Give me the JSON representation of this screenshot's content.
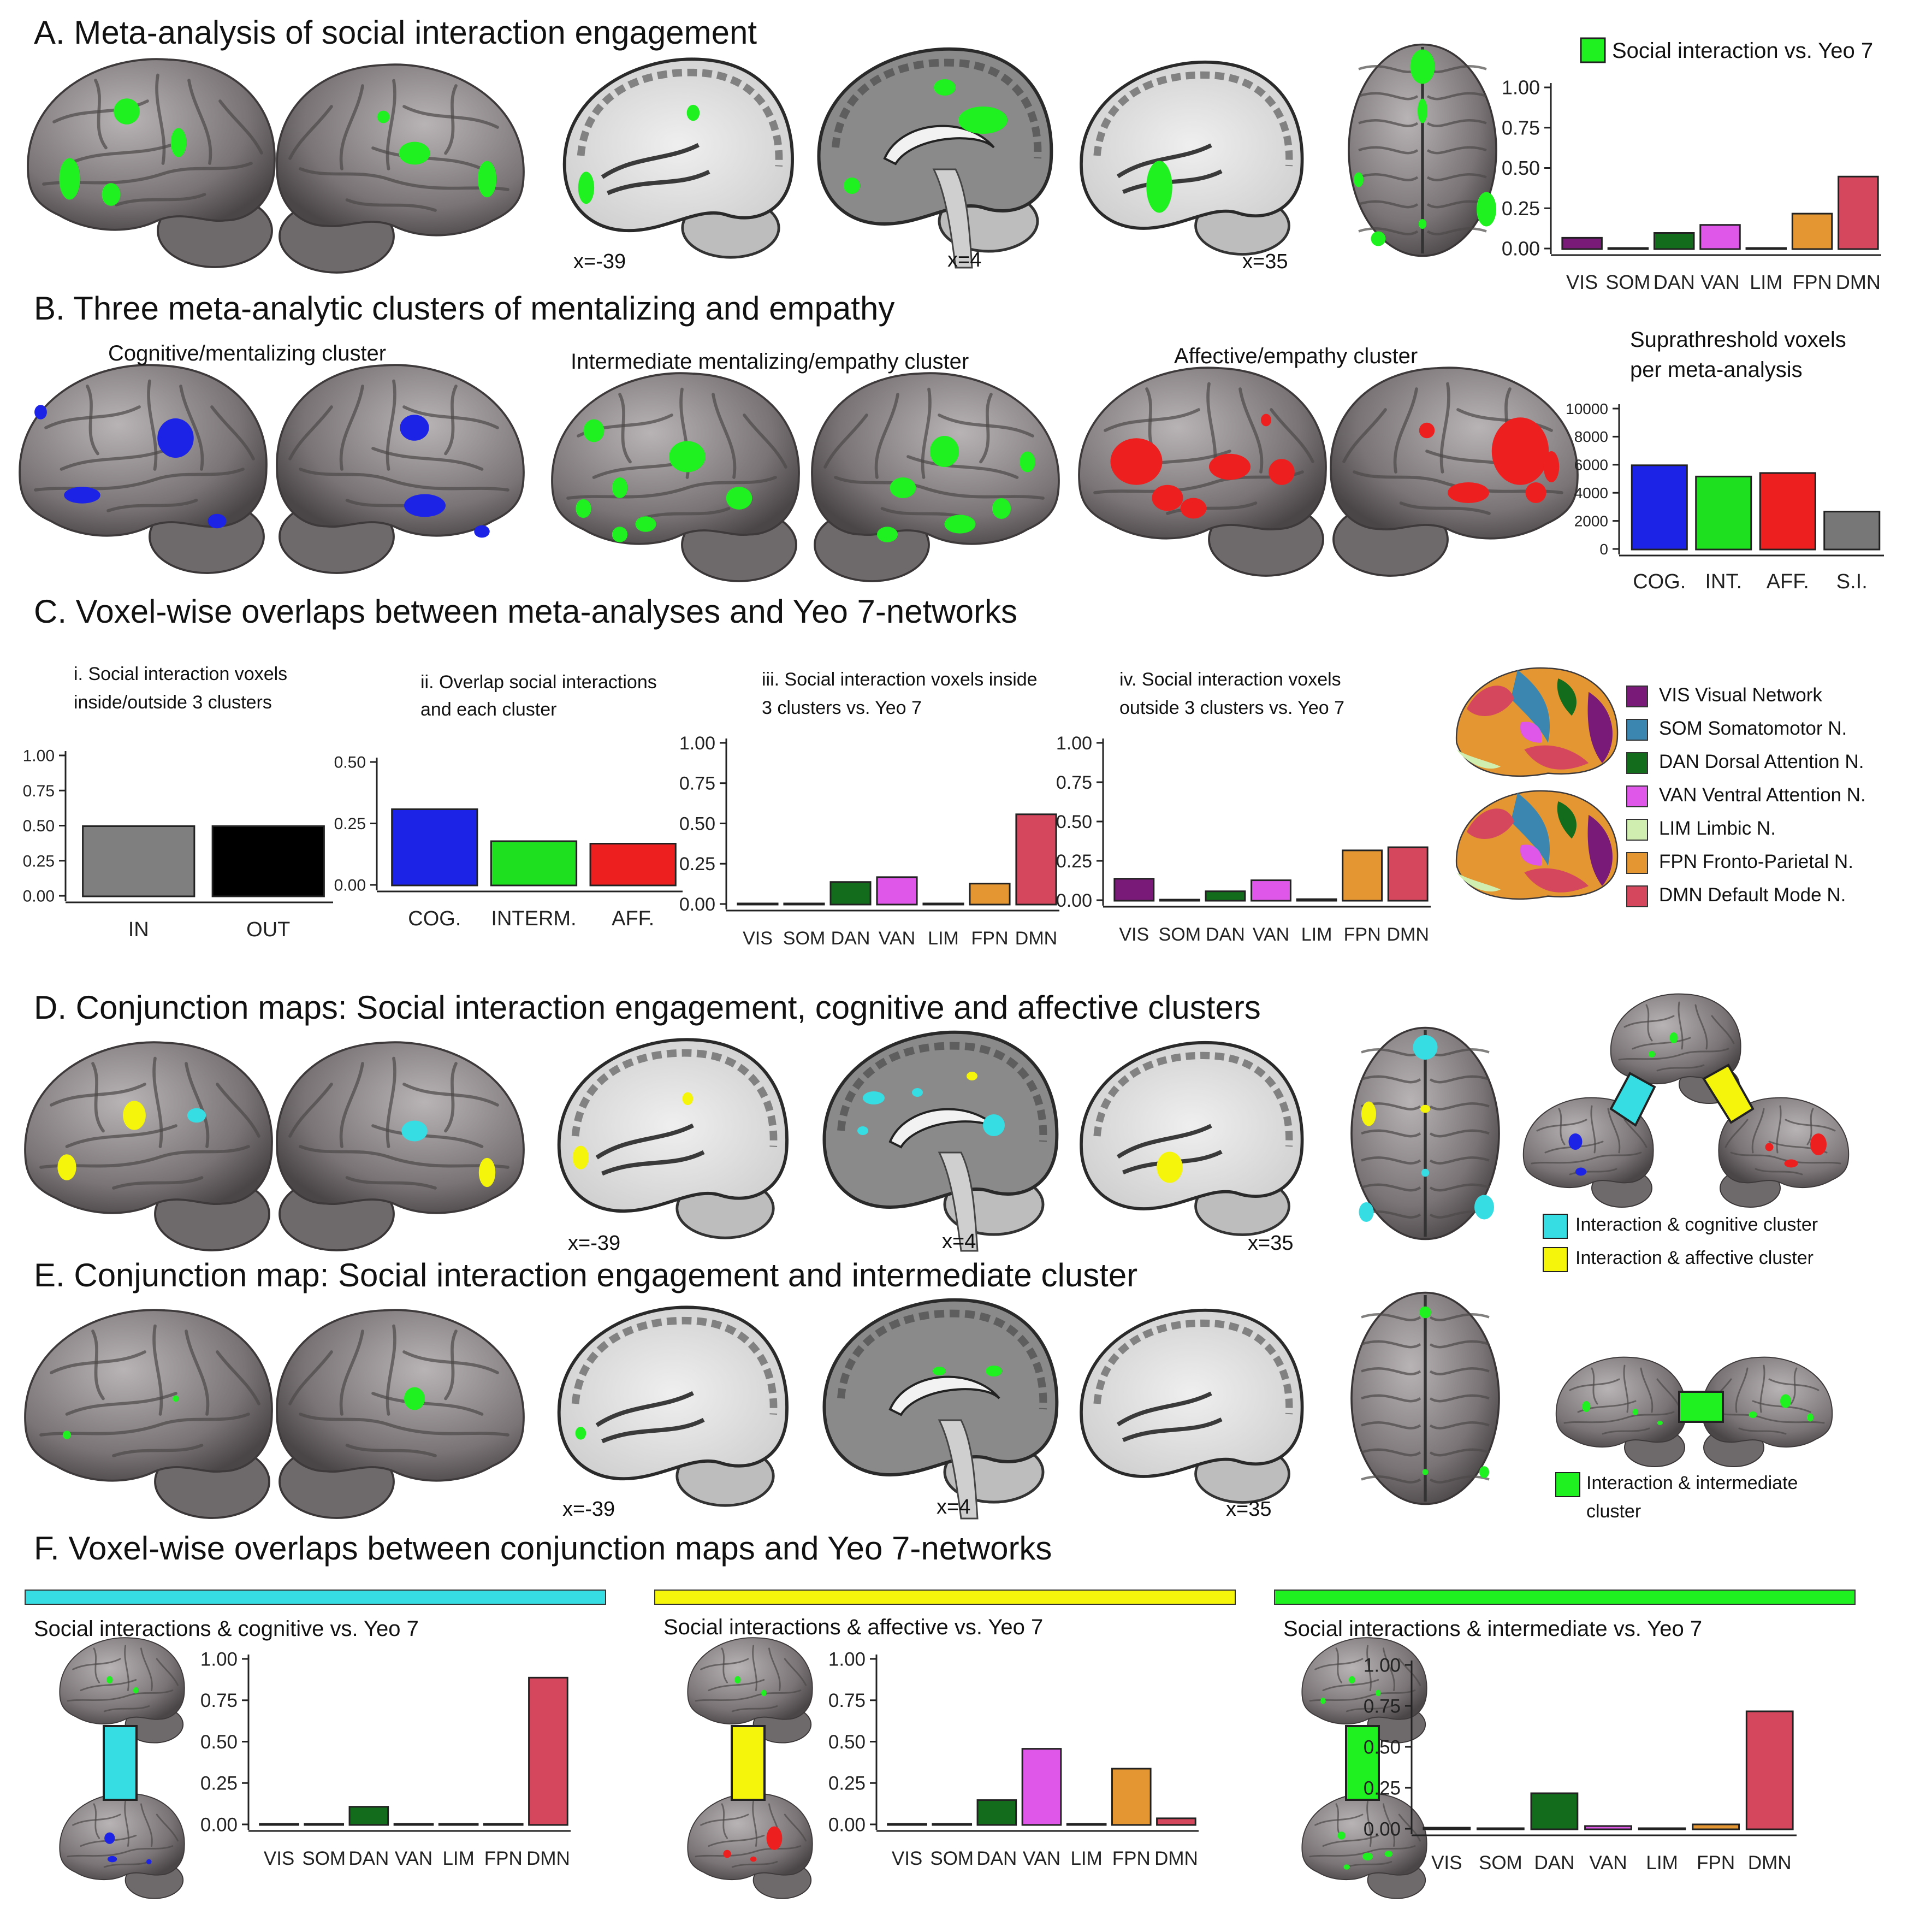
{
  "colors": {
    "VIS": "#7a1a78",
    "SOM": "#3b86b0",
    "DAN": "#136b1c",
    "VAN": "#de57e8",
    "LIM": "#cfeeb0",
    "FPN": "#e39632",
    "DMN": "#d5475d",
    "cognitive": "#1c23e6",
    "intermediate": "#1fe01f",
    "affective": "#ee1f1f",
    "si": "#777777",
    "cyan": "#36dde3",
    "yellow": "#f5f50c",
    "green": "#1ff01f"
  },
  "sections": {
    "A": {
      "title": "A. Meta-analysis of social interaction engagement",
      "coords": [
        "x=-39",
        "x=4",
        "x=35"
      ]
    },
    "B": {
      "title": "B. Three meta-analytic clusters of mentalizing and empathy",
      "labels": [
        "Cognitive/mentalizing cluster",
        "Intermediate mentalizing/empathy cluster",
        "Affective/empathy cluster"
      ],
      "bar_title_1": "Suprathreshold voxels",
      "bar_title_2": "per meta-analysis"
    },
    "C": {
      "title": "C. Voxel-wise overlaps between meta-analyses and Yeo 7-networks",
      "sub": [
        {
          "l1": "i. Social interaction voxels",
          "l2": "inside/outside 3 clusters"
        },
        {
          "l1": "ii. Overlap social interactions",
          "l2": "and each cluster"
        },
        {
          "l1": "iii. Social interaction voxels inside",
          "l2": "3 clusters vs. Yeo 7"
        },
        {
          "l1": "iv. Social interaction voxels",
          "l2": "outside 3 clusters vs. Yeo 7"
        }
      ],
      "legend": [
        {
          "key": "VIS",
          "label": "VIS Visual Network"
        },
        {
          "key": "SOM",
          "label": "SOM Somatomotor N."
        },
        {
          "key": "DAN",
          "label": "DAN Dorsal Attention N."
        },
        {
          "key": "VAN",
          "label": "VAN Ventral Attention N."
        },
        {
          "key": "LIM",
          "label": "LIM Limbic N."
        },
        {
          "key": "FPN",
          "label": "FPN Fronto-Parietal N."
        },
        {
          "key": "DMN",
          "label": "DMN Default Mode N."
        }
      ]
    },
    "D": {
      "title": "D. Conjunction maps: Social interaction engagement, cognitive and affective clusters",
      "coords": [
        "x=-39",
        "x=4",
        "x=35"
      ],
      "legend_cog": "Interaction & cognitive cluster",
      "legend_aff": "Interaction & affective cluster"
    },
    "E": {
      "title": "E. Conjunction map: Social interaction engagement and intermediate cluster",
      "coords": [
        "x=-39",
        "x=4",
        "x=35"
      ],
      "legend_1": "Interaction & intermediate",
      "legend_2": "cluster"
    },
    "F": {
      "title": "F. Voxel-wise overlaps between conjunction maps and Yeo 7-networks",
      "sub": [
        "Social interactions & cognitive vs. Yeo 7",
        "Social interactions & affective vs. Yeo 7",
        "Social interactions & intermediate vs. Yeo 7"
      ]
    }
  },
  "chart_data": [
    {
      "id": "A",
      "type": "bar",
      "title": "Social interaction vs. Yeo 7",
      "categories": [
        "VIS",
        "SOM",
        "DAN",
        "VAN",
        "LIM",
        "FPN",
        "DMN"
      ],
      "values": [
        0.07,
        0.0,
        0.1,
        0.15,
        0.0,
        0.22,
        0.45
      ],
      "ylim": [
        0,
        1
      ],
      "yticks": [
        "0.00",
        "0.25",
        "0.50",
        "0.75",
        "1.00"
      ]
    },
    {
      "id": "B",
      "type": "bar",
      "categories": [
        "COG.",
        "INT.",
        "AFF.",
        "S.I."
      ],
      "values": [
        6000,
        5200,
        5450,
        2700
      ],
      "ylim": [
        0,
        10000
      ],
      "yticks": [
        "0",
        "2000",
        "4000",
        "6000",
        "8000",
        "10000"
      ]
    },
    {
      "id": "Ci",
      "type": "bar",
      "categories": [
        "IN",
        "OUT"
      ],
      "values": [
        0.5,
        0.5
      ],
      "ylim": [
        0,
        1
      ],
      "yticks": [
        "0.00",
        "0.25",
        "0.50",
        "0.75",
        "1.00"
      ]
    },
    {
      "id": "Cii",
      "type": "bar",
      "categories": [
        "COG.",
        "INTERM.",
        "AFF."
      ],
      "values": [
        0.31,
        0.18,
        0.17
      ],
      "ylim": [
        0,
        0.5
      ],
      "yticks": [
        "0.00",
        "0.25",
        "0.50"
      ]
    },
    {
      "id": "Ciii",
      "type": "bar",
      "categories": [
        "VIS",
        "SOM",
        "DAN",
        "VAN",
        "LIM",
        "FPN",
        "DMN"
      ],
      "values": [
        0.0,
        0.0,
        0.14,
        0.17,
        0.0,
        0.13,
        0.56
      ],
      "ylim": [
        0,
        1
      ],
      "yticks": [
        "0.00",
        "0.25",
        "0.50",
        "0.75",
        "1.00"
      ]
    },
    {
      "id": "Civ",
      "type": "bar",
      "categories": [
        "VIS",
        "SOM",
        "DAN",
        "VAN",
        "LIM",
        "FPN",
        "DMN"
      ],
      "values": [
        0.14,
        0.0,
        0.06,
        0.13,
        0.01,
        0.32,
        0.34
      ],
      "ylim": [
        0,
        1
      ],
      "yticks": [
        "0.00",
        "0.25",
        "0.50",
        "0.75",
        "1.00"
      ]
    },
    {
      "id": "F1",
      "type": "bar",
      "categories": [
        "VIS",
        "SOM",
        "DAN",
        "VAN",
        "LIM",
        "FPN",
        "DMN"
      ],
      "values": [
        0.0,
        0.0,
        0.11,
        0.0,
        0.0,
        0.0,
        0.89
      ],
      "ylim": [
        0,
        1
      ],
      "yticks": [
        "0.00",
        "0.25",
        "0.50",
        "0.75",
        "1.00"
      ]
    },
    {
      "id": "F2",
      "type": "bar",
      "categories": [
        "VIS",
        "SOM",
        "DAN",
        "VAN",
        "LIM",
        "FPN",
        "DMN"
      ],
      "values": [
        0.0,
        0.0,
        0.15,
        0.46,
        0.0,
        0.34,
        0.04
      ],
      "ylim": [
        0,
        1
      ],
      "yticks": [
        "0.00",
        "0.25",
        "0.50",
        "0.75",
        "1.00"
      ]
    },
    {
      "id": "F3",
      "type": "bar",
      "categories": [
        "VIS",
        "SOM",
        "DAN",
        "VAN",
        "LIM",
        "FPN",
        "DMN"
      ],
      "values": [
        0.01,
        0.0,
        0.22,
        0.02,
        0.0,
        0.03,
        0.72
      ],
      "ylim": [
        0,
        1
      ],
      "yticks": [
        "0.00",
        "0.25",
        "0.50",
        "0.75",
        "1.00"
      ]
    }
  ]
}
